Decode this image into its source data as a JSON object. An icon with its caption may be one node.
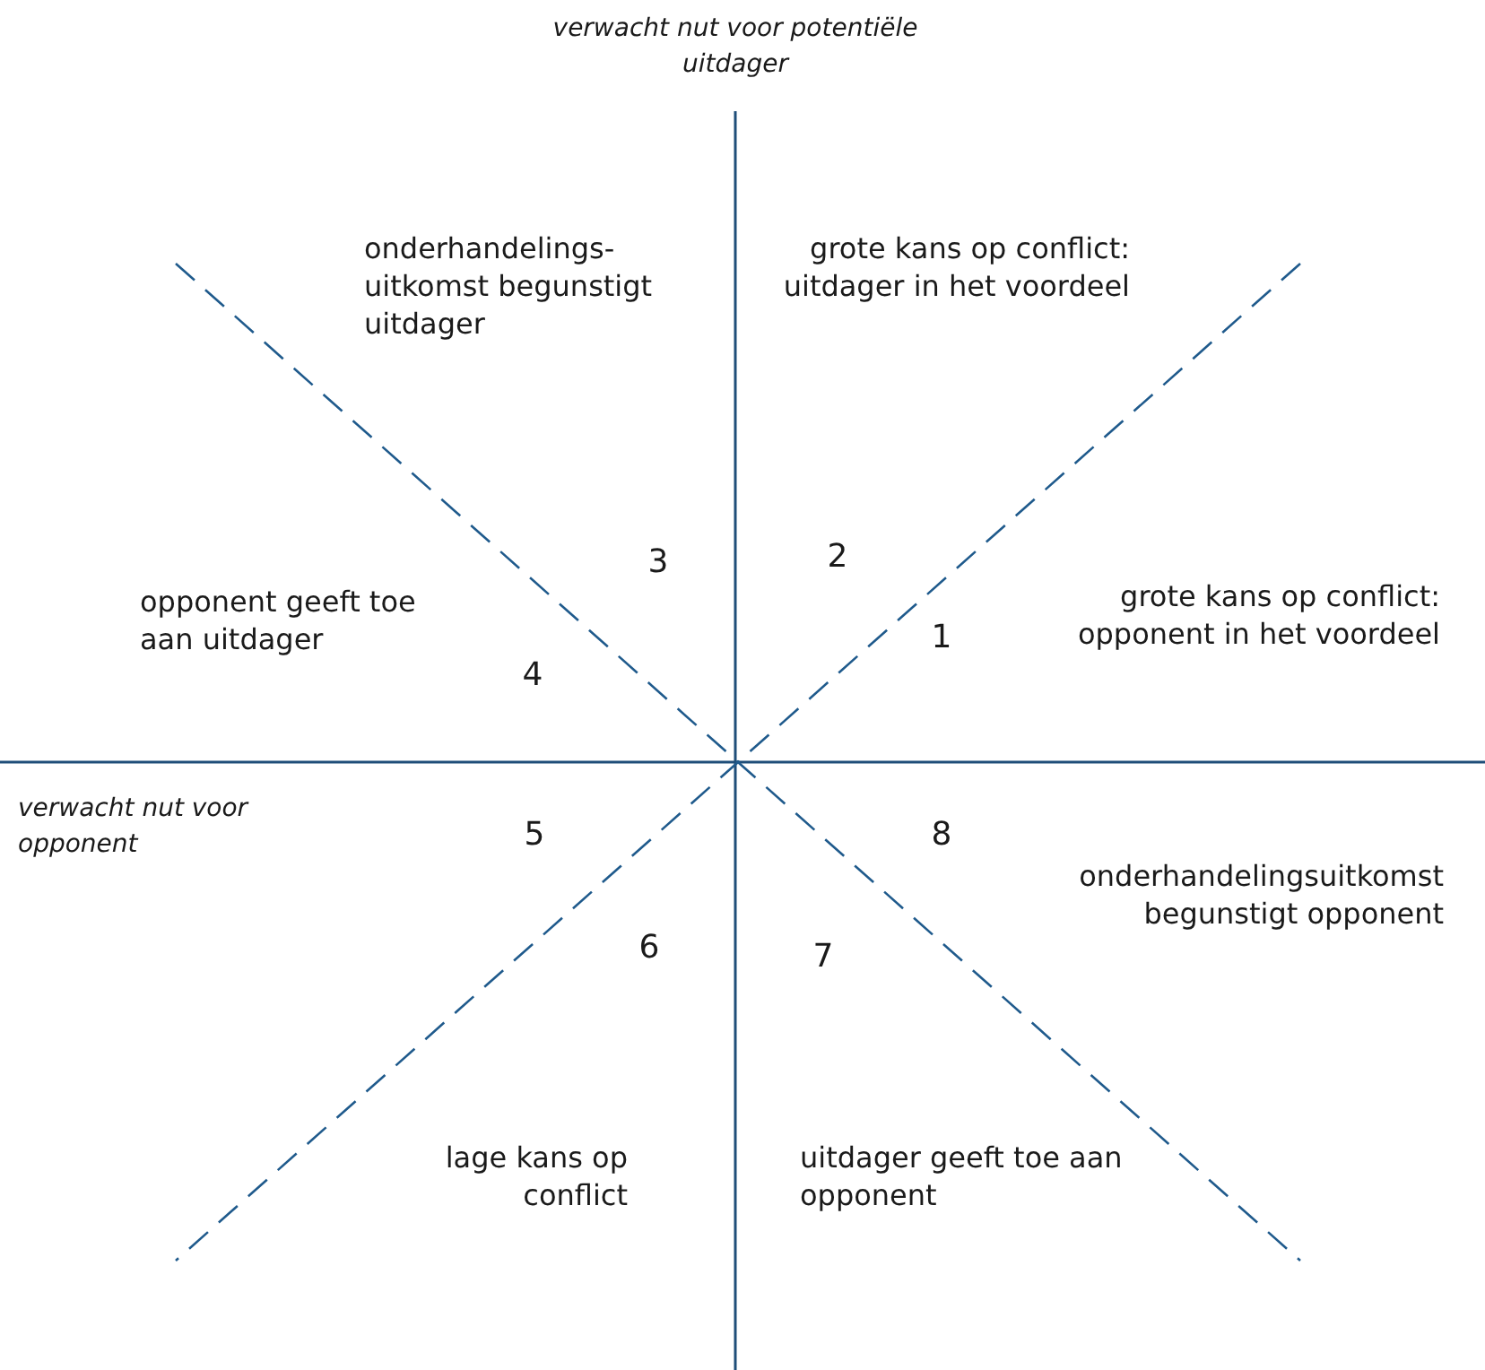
{
  "diagram": {
    "labels": [
      "verwacht nut voor potentiële uitdager",
      "onderhandelings- uitkomst begunstigt uitdager",
      "grote kans op conflict: uitdager in het voordeel",
      "3",
      "2",
      "opponent geeft toe aan uitdager",
      "4",
      "grote kans op conflict: opponent in het voordeel",
      "1",
      "verwacht nut voor opponent",
      "5",
      "8",
      "onderhandelingsuitkomst begunstigt opponent",
      "6",
      "7",
      "lage kans op conflict",
      "uitdager geeft toe aan opponent"
    ]
  }
}
